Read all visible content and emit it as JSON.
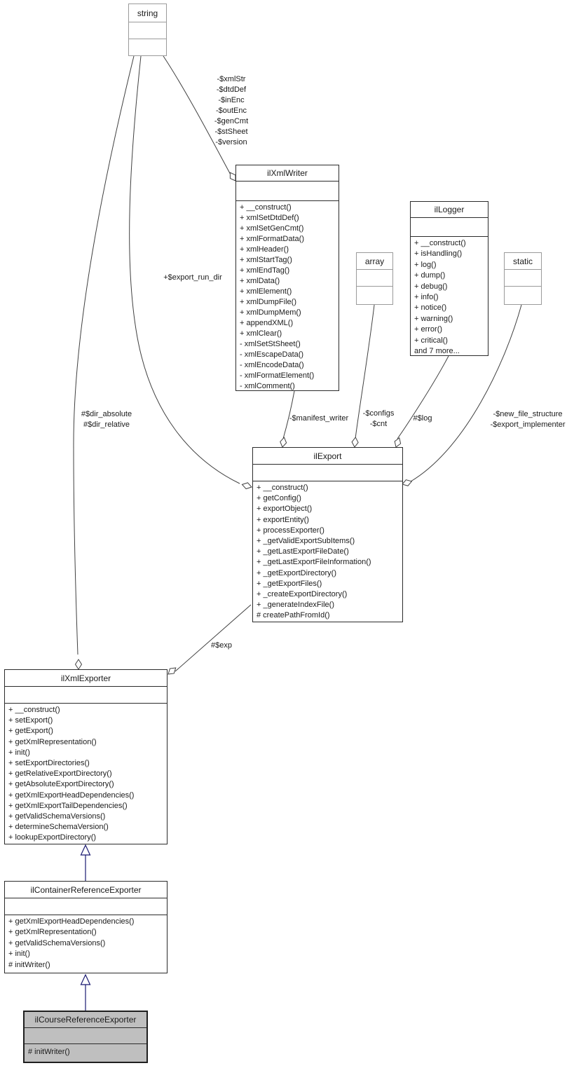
{
  "diagram": {
    "type": "uml-collaboration-diagram",
    "colors": {
      "association_edge": "#404040",
      "inheritance_edge": "#191970",
      "highlight_node_fill": "#bfbfbf",
      "muted_node_border": "#9a9a9a",
      "node_fill": "#ffffff"
    },
    "classes": {
      "string": {
        "title": "string",
        "members": []
      },
      "ilXmlWriter": {
        "title": "ilXmlWriter",
        "members": [
          "+ __construct()",
          "+ xmlSetDtdDef()",
          "+ xmlSetGenCmt()",
          "+ xmlFormatData()",
          "+ xmlHeader()",
          "+ xmlStartTag()",
          "+ xmlEndTag()",
          "+ xmlData()",
          "+ xmlElement()",
          "+ xmlDumpFile()",
          "+ xmlDumpMem()",
          "+ appendXML()",
          "+ xmlClear()",
          "- xmlSetStSheet()",
          "- xmlEscapeData()",
          "- xmlEncodeData()",
          "- xmlFormatElement()",
          "- xmlComment()"
        ]
      },
      "ilLogger": {
        "title": "ilLogger",
        "members": [
          "+ __construct()",
          "+ isHandling()",
          "+ log()",
          "+ dump()",
          "+ debug()",
          "+ info()",
          "+ notice()",
          "+ warning()",
          "+ error()",
          "+ critical()",
          "and 7 more..."
        ]
      },
      "array": {
        "title": "array",
        "members": []
      },
      "static": {
        "title": "static",
        "members": []
      },
      "ilExport": {
        "title": "ilExport",
        "members": [
          "+ __construct()",
          "+ getConfig()",
          "+ exportObject()",
          "+ exportEntity()",
          "+ processExporter()",
          "+ _getValidExportSubItems()",
          "+ _getLastExportFileDate()",
          "+ _getLastExportFileInformation()",
          "+ _getExportDirectory()",
          "+ _getExportFiles()",
          "+ _createExportDirectory()",
          "+ _generateIndexFile()",
          "# createPathFromId()"
        ]
      },
      "ilXmlExporter": {
        "title": "ilXmlExporter",
        "members": [
          "+ __construct()",
          "+ setExport()",
          "+ getExport()",
          "+ getXmlRepresentation()",
          "+ init()",
          "+ setExportDirectories()",
          "+ getRelativeExportDirectory()",
          "+ getAbsoluteExportDirectory()",
          "+ getXmlExportHeadDependencies()",
          "+ getXmlExportTailDependencies()",
          "+ getValidSchemaVersions()",
          "+ determineSchemaVersion()",
          "+ lookupExportDirectory()"
        ]
      },
      "ilContainerReferenceExporter": {
        "title": "ilContainerReferenceExporter",
        "members": [
          "+ getXmlExportHeadDependencies()",
          "+ getXmlRepresentation()",
          "+ getValidSchemaVersions()",
          "+ init()",
          "# initWriter()"
        ]
      },
      "ilCourseReferenceExporter": {
        "title": "ilCourseReferenceExporter",
        "members": [
          "# initWriter()"
        ]
      }
    },
    "edge_labels": {
      "writer_fields": {
        "lines": [
          "-$xmlStr",
          "-$dtdDef",
          "-$inEnc",
          "-$outEnc",
          "-$genCmt",
          "-$stSheet",
          "-$version"
        ]
      },
      "export_run_dir": {
        "lines": [
          "+$export_run_dir"
        ]
      },
      "dir_fields": {
        "lines": [
          "#$dir_absolute",
          "#$dir_relative"
        ]
      },
      "manifest_writer": {
        "lines": [
          "-$manifest_writer"
        ]
      },
      "configs": {
        "lines": [
          "-$configs",
          "-$cnt"
        ]
      },
      "log": {
        "lines": [
          "#$log"
        ]
      },
      "new_file_structure": {
        "lines": [
          "-$new_file_structure",
          "-$export_implementer"
        ]
      },
      "exp": {
        "lines": [
          "#$exp"
        ]
      }
    }
  }
}
